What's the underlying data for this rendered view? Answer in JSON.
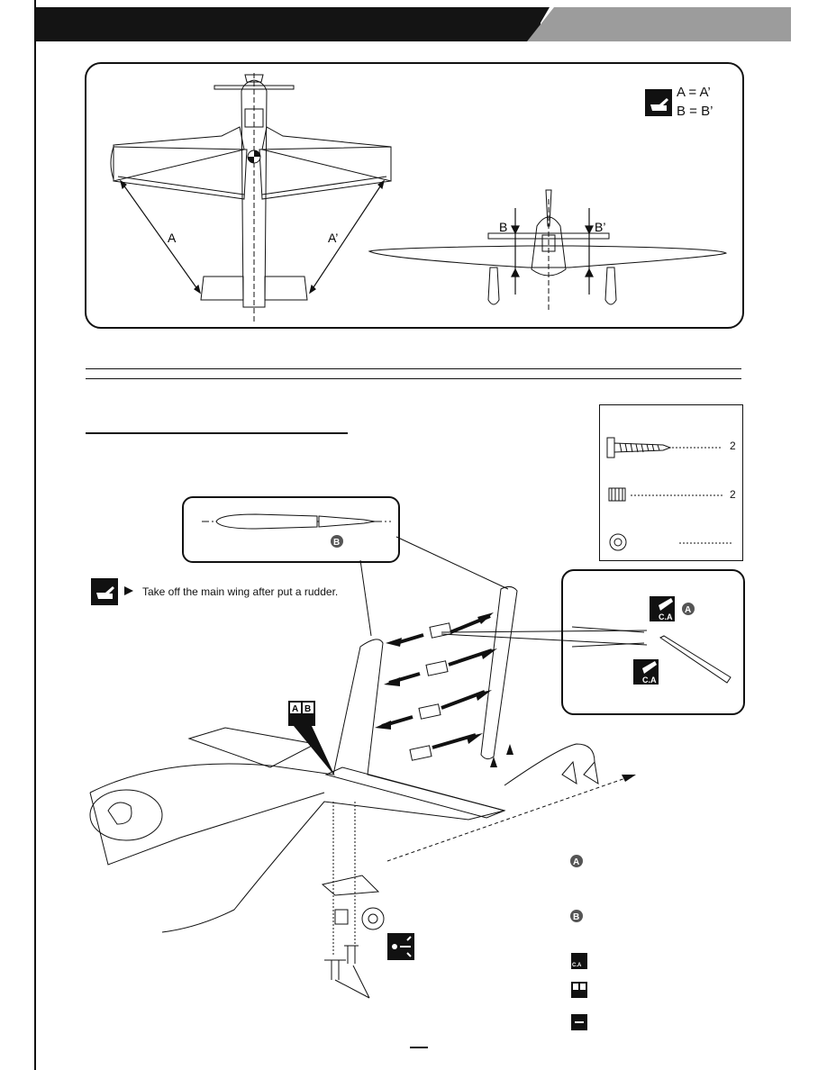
{
  "top_panel": {
    "label_A": "A",
    "label_A_prime": "A’",
    "label_B": "B",
    "label_B_prime": "B’",
    "eq1": "A = A’",
    "eq2": "B = B’"
  },
  "note": {
    "text": "Take off the main wing after put a rudder."
  },
  "parts": [
    {
      "qty": "2"
    },
    {
      "qty": "2"
    }
  ],
  "detail": {
    "badge_B": "B",
    "badge_A": "A",
    "ca_label": "C.A",
    "ab_left": "A",
    "ab_right": "B"
  },
  "legend": {
    "a": "A",
    "b": "B",
    "ca": "C.A"
  }
}
